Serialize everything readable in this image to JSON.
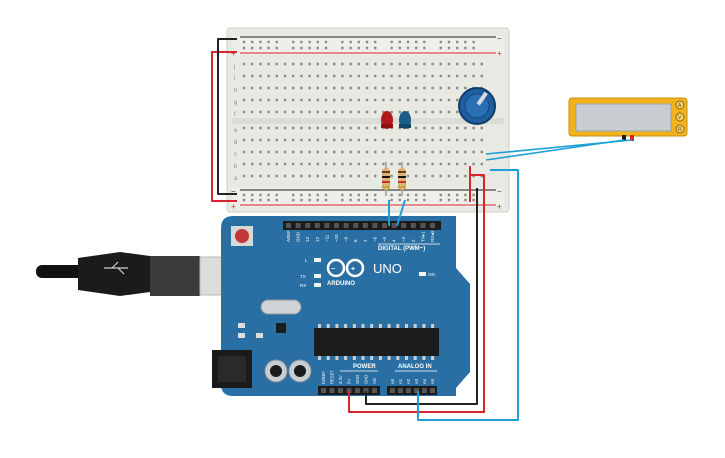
{
  "arduino": {
    "brand": "ARDUINO",
    "model": "UNO",
    "digital_header": "DIGITAL (PWM~)",
    "power_header": "POWER",
    "analog_header": "ANALOG IN",
    "led_l": "L",
    "led_tx": "TX",
    "led_rx": "RX",
    "led_on": "ON",
    "digital_pins": [
      "AREF",
      "GND",
      "13",
      "12",
      "~11",
      "~10",
      "~9",
      "8",
      "7",
      "~6",
      "~5",
      "4",
      "~3",
      "2",
      "TX▸1",
      "RX◂0"
    ],
    "power_pins": [
      "IOREF",
      "RESET",
      "3.3V",
      "5V",
      "GND",
      "GND",
      "Vin"
    ],
    "analog_pins": [
      "A0",
      "A1",
      "A2",
      "A3",
      "A4",
      "A5"
    ]
  },
  "breadboard": {
    "row_letters_top": [
      "j",
      "i",
      "h",
      "g",
      "f"
    ],
    "row_letters_bottom": [
      "e",
      "d",
      "c",
      "b",
      "a"
    ],
    "rail_minus": "−",
    "rail_plus": "+"
  },
  "meter": {
    "terminals": [
      "A",
      "V",
      "R"
    ]
  },
  "colors": {
    "board": "#2a6fa3",
    "breadboard": "#e9e9e4",
    "wire_red": "#d9232e",
    "wire_black": "#222222",
    "wire_blue": "#1e9fd8",
    "led_red": "#b01a1a",
    "led_blue": "#1a5f8a",
    "meter_frame": "#f2b21b"
  }
}
